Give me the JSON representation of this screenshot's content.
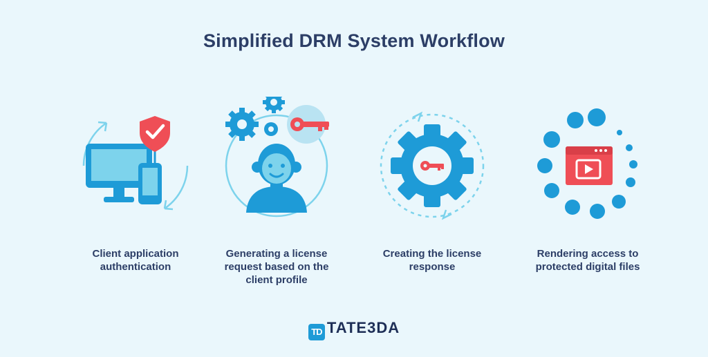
{
  "title": "Simplified DRM System Workflow",
  "colors": {
    "background": "#EAF7FC",
    "primary_blue": "#1E9BD7",
    "light_blue": "#7DD3EC",
    "accent_red": "#EF4E56",
    "text": "#2C3E66"
  },
  "steps": [
    {
      "icon": "computer-phone-shield-icon",
      "label": "Client application authentication"
    },
    {
      "icon": "user-gears-key-icon",
      "label": "Generating a license request based on the client profile"
    },
    {
      "icon": "gear-key-icon",
      "label": "Creating the license response"
    },
    {
      "icon": "video-player-window-icon",
      "label": "Rendering access to protected digital files"
    }
  ],
  "logo": {
    "mark": "TD",
    "text": "TATE3DA"
  }
}
